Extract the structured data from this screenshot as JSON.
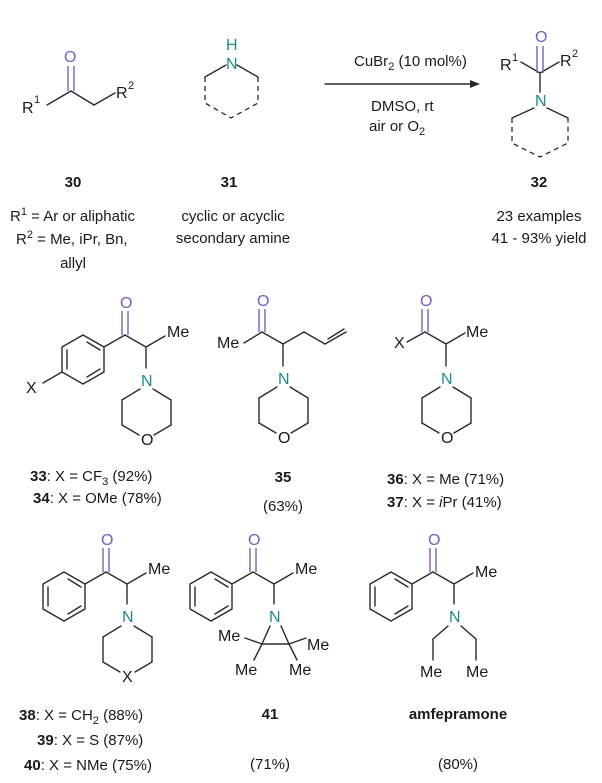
{
  "reaction": {
    "reagent_line": "CuBr",
    "reagent_sub": "2",
    "reagent_tail": " (10 mol%)",
    "solvent": "DMSO, rt",
    "atmosphere_a": "air or O",
    "atmosphere_sub": "2"
  },
  "atoms": {
    "o": "O",
    "n": "N",
    "h": "H",
    "r": "R",
    "one": "1",
    "two": "2",
    "me": "Me",
    "x": "X",
    "ipr": "iPr"
  },
  "compounds": {
    "c30": "30",
    "c31": "31",
    "c32": "32",
    "c35": "35",
    "c41": "41",
    "amf": "amfepramone"
  },
  "notes": {
    "r1_tail": " = Ar or aliphatic",
    "r2_tail": " = Me, iPr, Bn,",
    "allyl": "allyl",
    "amine_a": "cyclic or acyclic",
    "amine_b": "secondary amine",
    "examples": "23 examples",
    "yield": "41 - 93% yield"
  },
  "entries": {
    "e33_num": "33",
    "e33_a": ": X = CF",
    "e33_sub": "3",
    "e33_b": " (92%)",
    "e34_num": "34",
    "e34_txt": ": X = OMe (78%)",
    "y35": "(63%)",
    "e36_num": "36",
    "e36_txt": ": X = Me (71%)",
    "e37_num": "37",
    "e37_a": ": X = ",
    "e37_ital": "i",
    "e37_b": "Pr (41%)",
    "e38_num": "38",
    "e38_a": ": X = CH",
    "e38_sub": "2",
    "e38_b": " (88%)",
    "e39_num": "39",
    "e39_txt": ": X = S (87%)",
    "e40_num": "40",
    "e40_txt": ": X = NMe (75%)",
    "y41": "(71%)",
    "yamf": "(80%)"
  }
}
